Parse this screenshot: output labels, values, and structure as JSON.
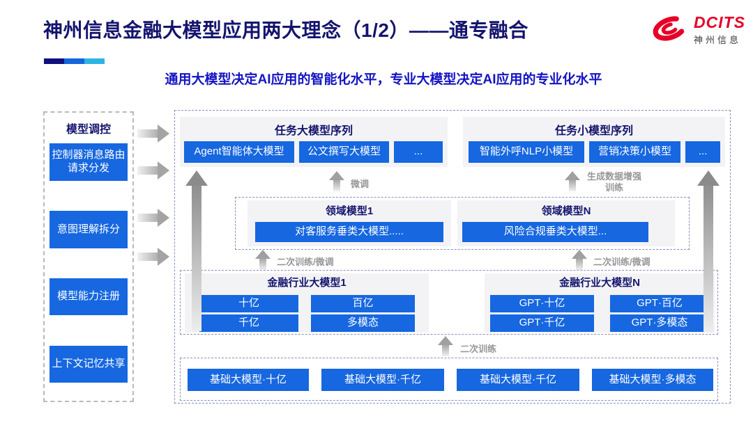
{
  "header": {
    "title": "神州信息金融大模型应用两大理念（1/2）——通专融合",
    "subtitle": "通用大模型决定AI应用的智能化水平，专业大模型决定AI应用的专业化水平",
    "logo": {
      "brand": "DCITS",
      "brand_cn": "神州信息"
    }
  },
  "sidebar": {
    "title": "模型调控",
    "items": [
      {
        "label": "控制器消息路由请求分发"
      },
      {
        "label": "意图理解拆分"
      },
      {
        "label": "模型能力注册"
      },
      {
        "label": "上下文记忆共享"
      }
    ]
  },
  "diagram": {
    "task_large": {
      "title": "任务大模型序列",
      "models": [
        "Agent智能体大模型",
        "公文撰写大模型",
        "..."
      ]
    },
    "task_small": {
      "title": "任务小模型序列",
      "models": [
        "智能外呼NLP小模型",
        "营销决策小模型",
        "..."
      ]
    },
    "domain_models": {
      "m1": {
        "title": "领域模型1",
        "model": "对客服务垂类大模型....."
      },
      "mn": {
        "title": "领域模型N",
        "model": "风险合规垂类大模型..."
      }
    },
    "industry_models": {
      "m1": {
        "title": "金融行业大模型1",
        "models": [
          "十亿",
          "百亿",
          "千亿",
          "多模态"
        ]
      },
      "mn": {
        "title": "金融行业大模型N",
        "models": [
          "GPT·十亿",
          "GPT·百亿",
          "GPT·千亿",
          "GPT·多模态"
        ]
      }
    },
    "base_models": [
      "基础大模型·十亿",
      "基础大模型·千亿",
      "基础大模型·千亿",
      "基础大模型·多模态"
    ],
    "labels": {
      "fine_tune": "微调",
      "gen_data_train": "生成数据增强训练",
      "retrain_ft_left": "二次训练/微调",
      "retrain_ft_right": "二次训练/微调",
      "retrain": "二次训练"
    }
  },
  "colors": {
    "chip_blue": "#1667e0",
    "title_navy": "#14146e",
    "subtitle_blue": "#1414c4",
    "logo_red": "#e60027",
    "accent_bar": [
      "#10107d",
      "#1566dd",
      "#2cb4e4"
    ]
  }
}
